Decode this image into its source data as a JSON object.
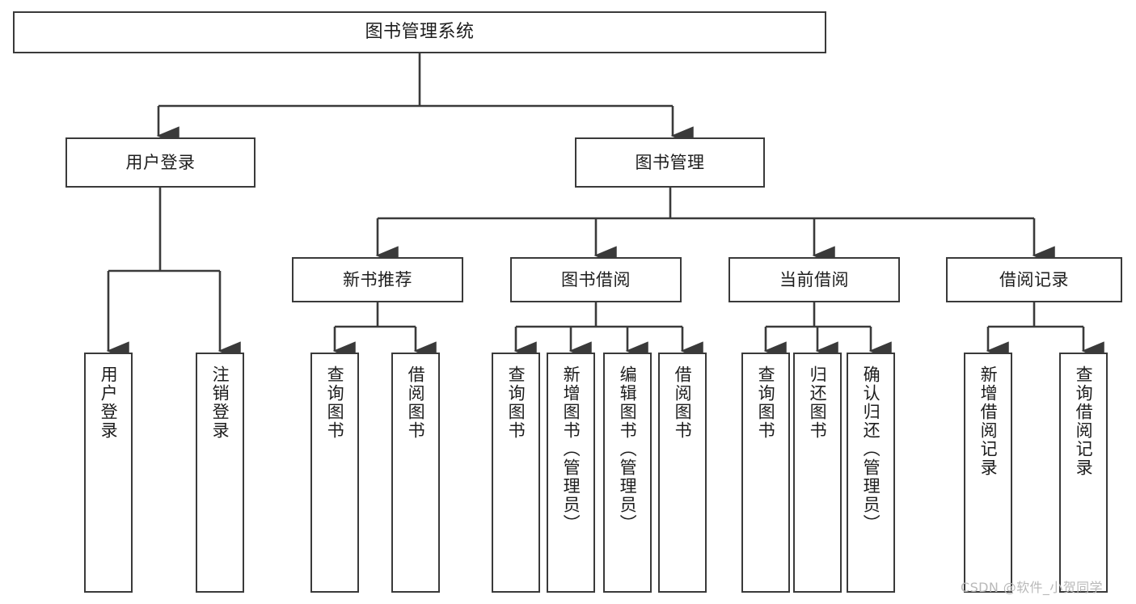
{
  "diagram": {
    "type": "tree",
    "title": "图书管理系统",
    "watermark": "CSDN @软件_小贺同学",
    "colors": {
      "box_border": "#3a3a3a",
      "box_fill": "#ffffff",
      "connector": "#3a3a3a",
      "text": "#1d1d1d",
      "watermark": "#b9b9b9"
    },
    "nodes": {
      "root": {
        "label": "图书管理系统",
        "level": 1
      },
      "l2": [
        {
          "label": "用户登录",
          "level": 2
        },
        {
          "label": "图书管理",
          "level": 2
        }
      ],
      "l3": [
        {
          "label": "新书推荐",
          "level": 3
        },
        {
          "label": "图书借阅",
          "level": 3
        },
        {
          "label": "当前借阅",
          "level": 3
        },
        {
          "label": "借阅记录",
          "level": 3
        }
      ],
      "leaves_user_login": [
        {
          "label": "用户登录",
          "level": 4
        },
        {
          "label": "注销登录",
          "level": 4
        }
      ],
      "leaves_new_book": [
        {
          "label": "查询图书",
          "level": 4
        },
        {
          "label": "借阅图书",
          "level": 4
        }
      ],
      "leaves_borrow": [
        {
          "label": "查询图书",
          "level": 4
        },
        {
          "label": "新增图书（管理员）",
          "level": 4
        },
        {
          "label": "编辑图书（管理员）",
          "level": 4
        },
        {
          "label": "借阅图书",
          "level": 4
        }
      ],
      "leaves_current": [
        {
          "label": "查询图书",
          "level": 4
        },
        {
          "label": "归还图书",
          "level": 4
        },
        {
          "label": "确认归还（管理员）",
          "level": 4
        }
      ],
      "leaves_records": [
        {
          "label": "新增借阅记录",
          "level": 4
        },
        {
          "label": "查询借阅记录",
          "level": 4
        }
      ]
    }
  }
}
